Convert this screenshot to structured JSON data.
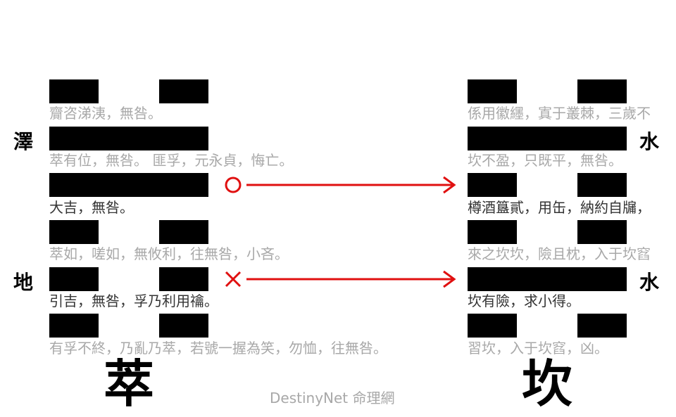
{
  "left_hexagram": {
    "name": "萃",
    "upper_trigram": "澤",
    "lower_trigram": "地",
    "lines": [
      {
        "text": "齎咨涕洟，無咎。",
        "yin": true,
        "changing": false
      },
      {
        "text": "萃有位，無咎。 匪孚，元永貞，悔亡。",
        "yin": false,
        "changing": false
      },
      {
        "text": "大吉，無咎。",
        "yin": false,
        "changing": true
      },
      {
        "text": "萃如，嗟如，無攸利，往無咎，小吝。",
        "yin": true,
        "changing": false
      },
      {
        "text": "引吉，無咎，孚乃利用禴。",
        "yin": true,
        "changing": true
      },
      {
        "text": "有孚不終，乃亂乃萃，若號一握為笑，勿恤，往無咎。",
        "yin": true,
        "changing": false
      }
    ]
  },
  "right_hexagram": {
    "name": "坎",
    "upper_trigram": "水",
    "lower_trigram": "水",
    "lines": [
      {
        "text": "係用徽纆，寘于叢棘，三歲不",
        "yin": true,
        "changing": false
      },
      {
        "text": "坎不盈，只既平，無咎。",
        "yin": false,
        "changing": false
      },
      {
        "text": "樽酒簋貳，用缶，納約自牖，",
        "yin": true,
        "changing": true
      },
      {
        "text": "來之坎坎，險且枕，入于坎窞",
        "yin": true,
        "changing": false
      },
      {
        "text": "坎有險，求小得。",
        "yin": false,
        "changing": true
      },
      {
        "text": "習坎，入于坎窞，凶。",
        "yin": true,
        "changing": false
      }
    ]
  },
  "changes": [
    {
      "line": 3,
      "marker": "○",
      "marker_name": "old-yang-circle"
    },
    {
      "line": 5,
      "marker": "✕",
      "marker_name": "old-yin-cross"
    }
  ],
  "credit": "DestinyNet 命理網",
  "colors": {
    "line": "#000000",
    "arrow": "#e01010",
    "faded_text": "#a8a8a8",
    "active_text": "#333333"
  }
}
